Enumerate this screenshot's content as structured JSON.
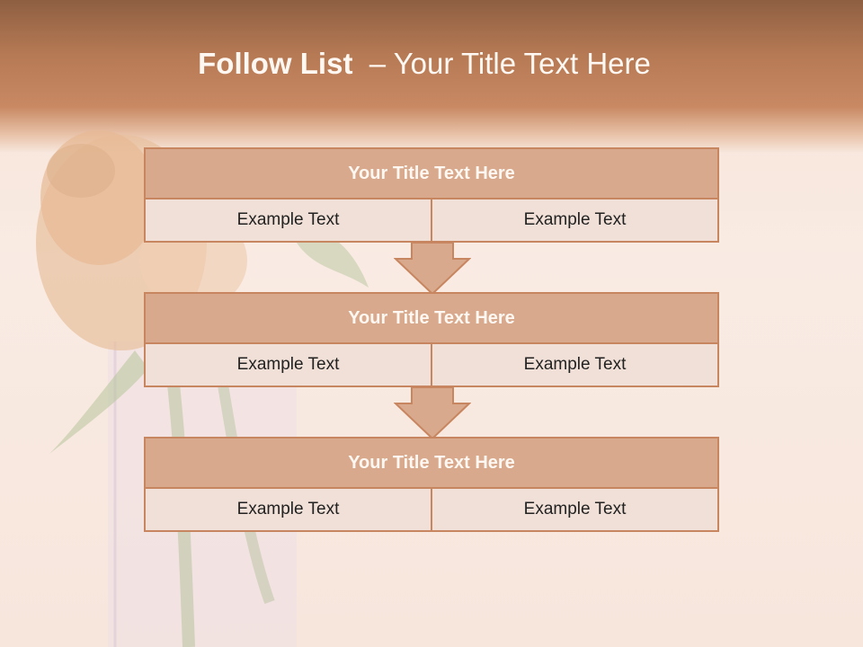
{
  "slide": {
    "title_bold": "Follow List ",
    "title_rest": " – Your Title Text Here"
  },
  "blocks": [
    {
      "title": "Your Title Text Here",
      "left": "Example Text",
      "right": "Example Text"
    },
    {
      "title": "Your Title Text Here",
      "left": "Example Text",
      "right": "Example Text"
    },
    {
      "title": "Your Title Text Here",
      "left": "Example Text",
      "right": "Example Text"
    }
  ],
  "colors": {
    "header": "#b57954",
    "block_head": "#d8a98c",
    "block_body": "#f0dfd6",
    "border": "#c88660"
  }
}
